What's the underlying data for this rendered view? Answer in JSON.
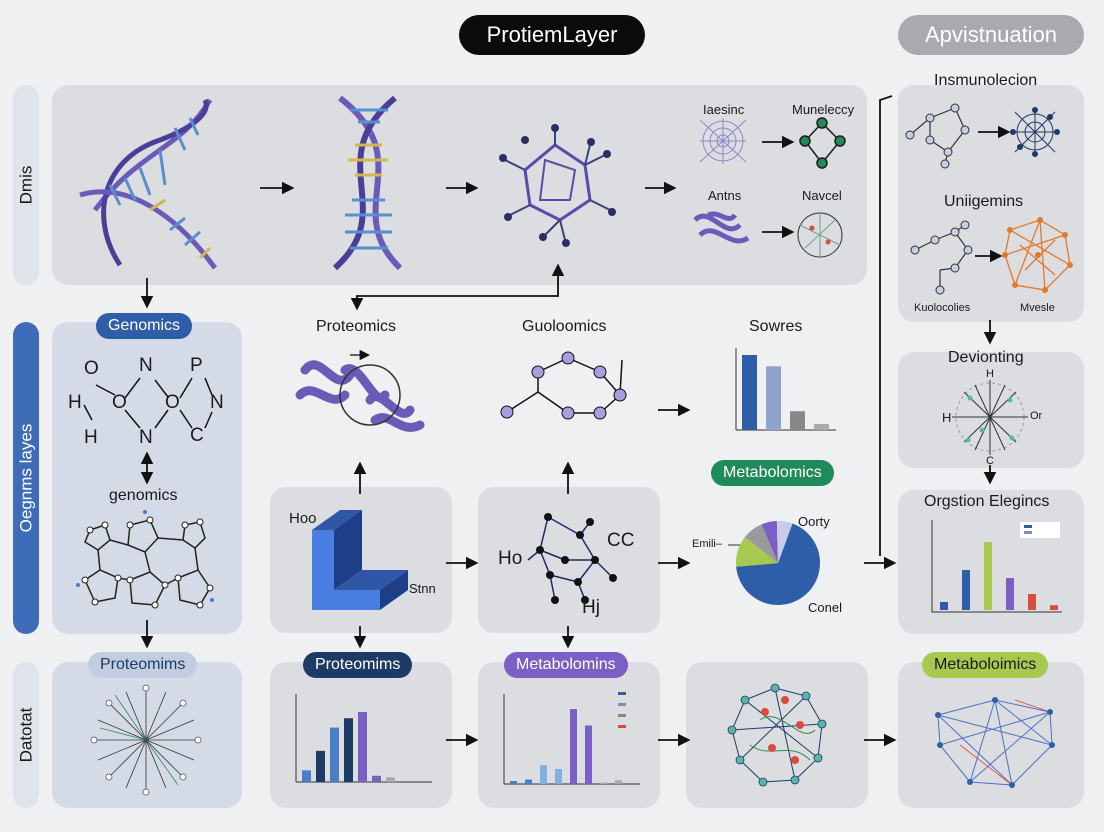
{
  "header": {
    "title": "ProtiemLayer",
    "side_title": "Apvistnuation"
  },
  "rows": {
    "top": "Dmis",
    "middle": "Oegnms layes",
    "bottom": "Datotat"
  },
  "top_panel": {
    "labels": {
      "a": "Iaesinc",
      "b": "Muneleccy",
      "c": "Antns",
      "d": "Navcel"
    }
  },
  "middle": {
    "genomics_tag": "Genomics",
    "genomics_text": "genomics",
    "proteomics_label": "Proteomics",
    "guoloomics_label": "Guoloomics",
    "sowres_label": "Sowres",
    "metabolomics_tag": "Metabolomics",
    "block_label": "Hoo",
    "block_label2": "Stnn",
    "mol_labels": [
      "Ho",
      "CC",
      "Hj"
    ],
    "pie_labels": [
      "Oorty",
      "Emili–",
      "Conel"
    ],
    "atoms": [
      "O",
      "N",
      "P",
      "H",
      "O",
      "O",
      "N",
      "H",
      "N",
      "C"
    ]
  },
  "right_column": {
    "title1": "Insmunolecion",
    "title2": "Uniigemins",
    "sub_left": "Kuolocolies",
    "sub_right": "Mvesle",
    "title3": "Devionting",
    "radial_labels": [
      "H",
      "H",
      "Or",
      "C"
    ],
    "title4": "Orgstion Elegincs"
  },
  "bottom": {
    "tag1": "Proteomims",
    "tag2": "Proteomims",
    "tag3": "Metabolomins",
    "tag4": "Metaboloimics"
  },
  "colors": {
    "dark_blue": "#2e5ea8",
    "navy": "#1e3a66",
    "purple": "#7b5fc4",
    "green": "#1f8a5a",
    "light_green": "#a7c94f",
    "orange": "#e07a2a",
    "red": "#d94b3c"
  },
  "chart_data": [
    {
      "type": "bar",
      "categories": [
        "",
        "",
        "",
        ""
      ],
      "values": [
        100,
        85,
        25,
        8
      ],
      "title": "Sowres"
    },
    {
      "type": "bar",
      "categories": [
        "",
        "",
        "",
        "",
        "",
        "",
        "",
        "",
        ""
      ],
      "values": [
        15,
        40,
        70,
        82,
        90,
        8,
        6,
        0,
        0
      ]
    },
    {
      "type": "bar",
      "categories": [
        "",
        "",
        "",
        "",
        "",
        "",
        "",
        "",
        ""
      ],
      "values": [
        4,
        6,
        25,
        20,
        100,
        78,
        2,
        5,
        0
      ]
    },
    {
      "type": "bar",
      "categories": [
        "",
        "",
        "",
        "",
        "",
        ""
      ],
      "values": [
        10,
        50,
        85,
        40,
        20,
        6
      ],
      "title": "Orgstion Elegincs"
    },
    {
      "type": "pie",
      "categories": [
        "Conel",
        "",
        "",
        "",
        "Oorty"
      ],
      "values": [
        68,
        12,
        8,
        6,
        6
      ]
    }
  ]
}
